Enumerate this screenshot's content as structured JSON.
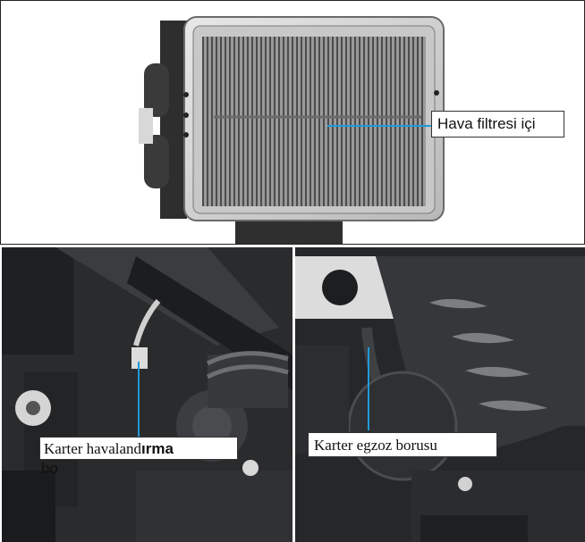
{
  "labels": {
    "air_filter": "Hava filtresi içi",
    "crankcase_vent_part1": "Karter havaland",
    "crankcase_vent_part2": "ırma",
    "crankcase_vent_wrap": "bo",
    "crankcase_exhaust": "Karter egzoz borusu"
  },
  "colors": {
    "leader_line": "#1e9bd7",
    "frame": "#222222",
    "filter_mesh": "#8a8a8a",
    "engine_dark": "#2a2b2d"
  }
}
